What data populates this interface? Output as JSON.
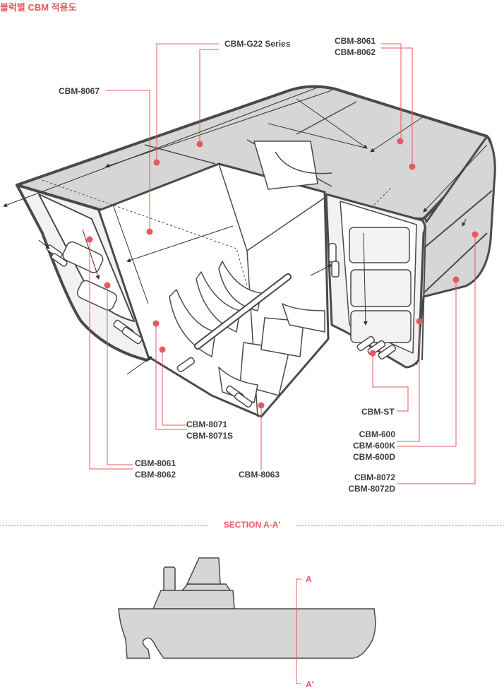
{
  "title": "블럭별 CBM 적용도",
  "labels": {
    "g22": "CBM-G22 Series",
    "top_right_1": "CBM-8061",
    "top_right_2": "CBM-8062",
    "top_left": "CBM-8067",
    "st": "CBM-ST",
    "cbm600_1": "CBM-600",
    "cbm600_2": "CBM-600K",
    "cbm600_3": "CBM-600D",
    "cbm8071_1": "CBM-8071",
    "cbm8071_2": "CBM-8071S",
    "bottom_left_1": "CBM-8061",
    "bottom_left_2": "CBM-8062",
    "cbm8063": "CBM-8063",
    "cbm8072_1": "CBM-8072",
    "cbm8072_2": "CBM-8072D"
  },
  "section": {
    "title": "SECTION A-A'",
    "mark_top": "A",
    "mark_bottom": "A'"
  },
  "colors": {
    "accent": "#e8585c",
    "outline": "#4a4a4a",
    "fill_light": "#f2f2f2",
    "fill_dark": "#d6d6d6"
  }
}
